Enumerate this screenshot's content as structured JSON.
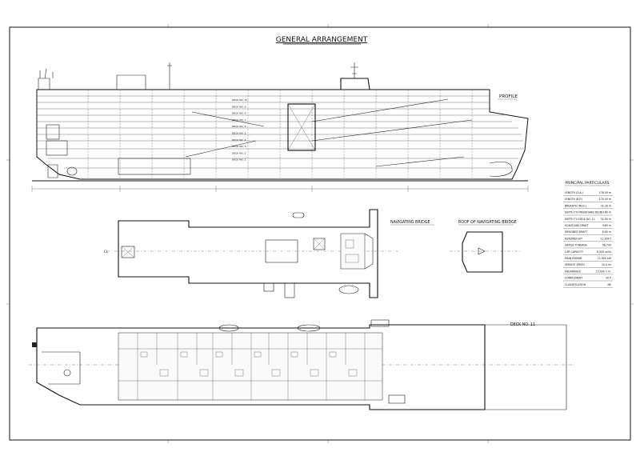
{
  "drawing": {
    "title": "GENERAL ARRANGEMENT",
    "profile_label": "PROFILE",
    "navigating_bridge_label": "NAVIGATING BRIDGE",
    "roof_bridge_label": "ROOF OF NAVIGATING BRIDGE",
    "deck_label": "DECK NO. 11"
  },
  "particulars": {
    "title": "PRINCIPAL PARTICULARS",
    "rows": [
      {
        "label": "LENGTH  (O.A.)",
        "value": "178.00 m"
      },
      {
        "label": "LENGTH  (B.P.)",
        "value": "170.00 m"
      },
      {
        "label": "BREADTH  (MLD.)",
        "value": "32.26 m"
      },
      {
        "label": "DEPTH TO FREEBOARD DECK",
        "value": "14.60 m"
      },
      {
        "label": "DEPTH TO DECK NO. 11",
        "value": "32.95 m"
      },
      {
        "label": "SCANTLING DRAFT",
        "value": "9.60 m"
      },
      {
        "label": "DESIGNED DRAFT",
        "value": "8.60 m"
      },
      {
        "label": "DEADWEIGHT",
        "value": "12,900 t"
      },
      {
        "label": "GROSS TONNAGE",
        "value": "58,700"
      },
      {
        "label": "CAR CAPACITY",
        "value": "6,500 units"
      },
      {
        "label": "MAIN ENGINE",
        "value": "11,900 kW"
      },
      {
        "label": "SERVICE SPEED",
        "value": "20.0 kn"
      },
      {
        "label": "ENDURANCE",
        "value": "15,000 n.m."
      },
      {
        "label": "COMPLEMENT",
        "value": "30 P"
      },
      {
        "label": "CLASSIFICATION",
        "value": "NK"
      }
    ]
  },
  "profile_deck_labels": [
    "DECK NO. 10",
    "DECK NO. 9",
    "DECK NO. 8",
    "DECK NO. 7",
    "DECK NO. 6",
    "DECK NO. 5",
    "DECK NO. 4",
    "DECK NO. 3",
    "DECK NO. 2",
    "DECK NO. 1"
  ]
}
